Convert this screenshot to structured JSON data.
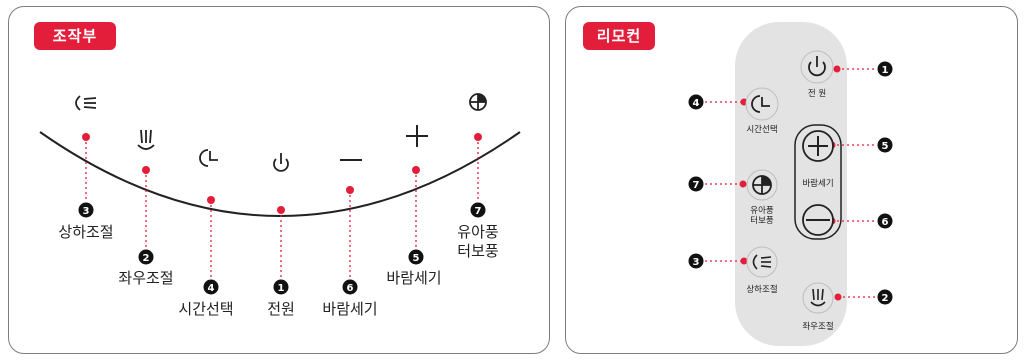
{
  "panels": {
    "left_title": "조작부",
    "right_title": "리모컨"
  },
  "control_panel": {
    "labels": {
      "swing_vertical": "상하조절",
      "swing_horizontal": "좌우조절",
      "timer": "시간선택",
      "power": "전원",
      "wind_down": "바람세기",
      "wind_up": "바람세기",
      "mode_line1": "유아풍",
      "mode_line2": "터보풍"
    },
    "numbers": {
      "swing_vertical": "3",
      "swing_horizontal": "2",
      "timer": "4",
      "power": "1",
      "wind_down": "6",
      "wind_up": "5",
      "mode": "7"
    }
  },
  "remote": {
    "labels": {
      "power": "전 원",
      "timer": "시간선택",
      "wind": "바람세기",
      "mode_line1": "유아풍",
      "mode_line2": "터보풍",
      "swing_vertical": "상하조절",
      "swing_horizontal": "좌우조절"
    },
    "numbers": {
      "power": "1",
      "timer": "4",
      "wind_up": "5",
      "mode": "7",
      "wind_down": "6",
      "swing_vertical": "3",
      "swing_horizontal": "2"
    }
  },
  "colors": {
    "accent": "#e31e3a",
    "remote_body": "#e3e3e3"
  }
}
